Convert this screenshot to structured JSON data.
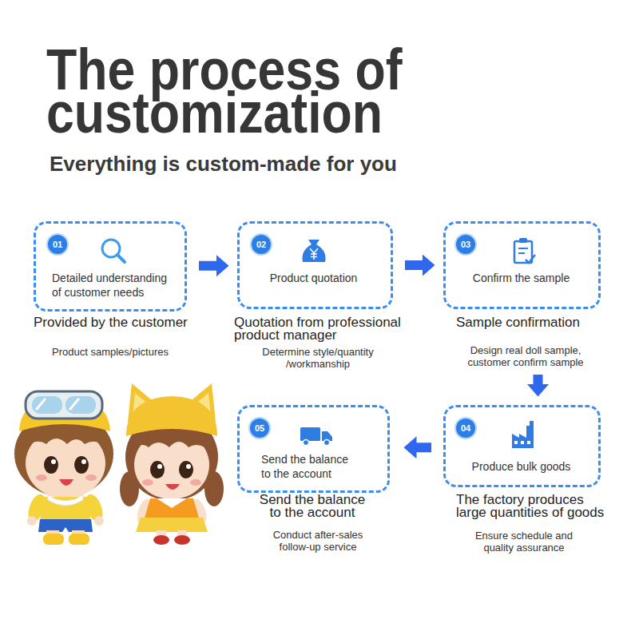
{
  "diagram": {
    "title": "The process of customization",
    "nodes": [
      {
        "text": [
          "Detailed understanding of customer needs",
          "Provided by the customer",
          "Product samples/pictures"
        ]
      },
      {
        "text": [
          "01"
        ],
        "in": 0
      },
      {
        "text": [
          "Product quotation",
          "Quotation from professional product manager",
          "Determine style/quantity /workmanship"
        ]
      },
      {
        "text": [
          "02"
        ],
        "in": 2
      },
      {
        "text": [
          "Confirm the sample",
          "Sample confirmation",
          "Design real doll sample, customer confirm sample"
        ]
      },
      {
        "text": [
          "03"
        ],
        "in": 4
      },
      {
        "text": [
          "Produce bulk goods",
          "The factory produces large quantities of goods",
          "Ensure schedule and quality assurance"
        ]
      },
      {
        "text": [
          "04"
        ],
        "in": 6
      },
      {
        "text": [
          "Send the balance to the account",
          "Send the balance to the account",
          "Conduct after-sales follow-up service"
        ]
      },
      {
        "text": [
          "05"
        ],
        "in": 8
      }
    ],
    "edges": [
      {
        "from": 0,
        "to": 2,
        "arrow": "to"
      },
      {
        "from": 2,
        "to": 4,
        "arrow": "to"
      },
      {
        "from": 4,
        "to": 6,
        "arrow": "to"
      },
      {
        "from": 6,
        "to": 8,
        "arrow": "to"
      }
    ],
    "labels": [
      "Everything is custom-made for you"
    ]
  }
}
